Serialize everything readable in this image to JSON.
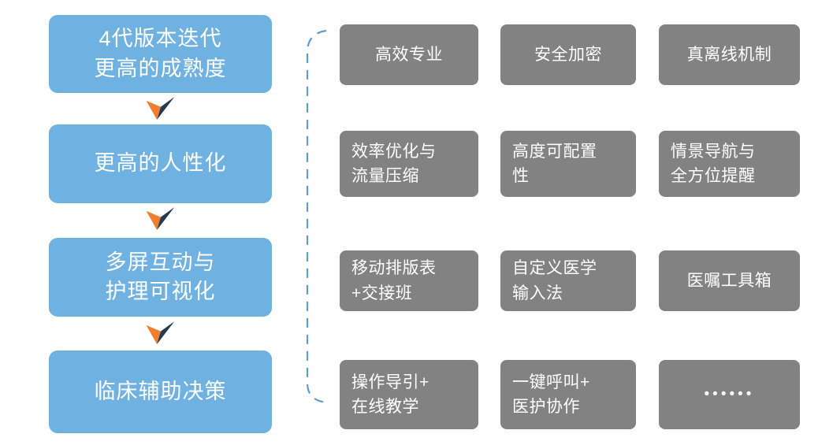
{
  "colors": {
    "step_box": "#6FB1E0",
    "feature_box": "#828282",
    "arrow_orange": "#EF7E2E",
    "arrow_navy": "#283A52",
    "bracket_blue": "#5E9CD3",
    "box_text": "#FFFFFF",
    "page_bg": "#FFFFFF"
  },
  "flow": {
    "steps": [
      {
        "label": "4代版本迭代\n更高的成熟度"
      },
      {
        "label": "更高的人性化"
      },
      {
        "label": "多屏互动与\n护理可视化"
      },
      {
        "label": "临床辅助决策"
      }
    ]
  },
  "features": {
    "items": [
      {
        "label": "高效专业"
      },
      {
        "label": "安全加密"
      },
      {
        "label": "真离线机制"
      },
      {
        "label": "效率优化与\n流量压缩"
      },
      {
        "label": "高度可配置\n性"
      },
      {
        "label": "情景导航与\n全方位提醒"
      },
      {
        "label": "移动排版表\n+交接班"
      },
      {
        "label": "自定义医学\n输入法"
      },
      {
        "label": "医嘱工具箱"
      },
      {
        "label": "操作导引+\n在线教学"
      },
      {
        "label": "一键呼叫+\n医护协作"
      },
      {
        "label": "••••••"
      }
    ]
  }
}
